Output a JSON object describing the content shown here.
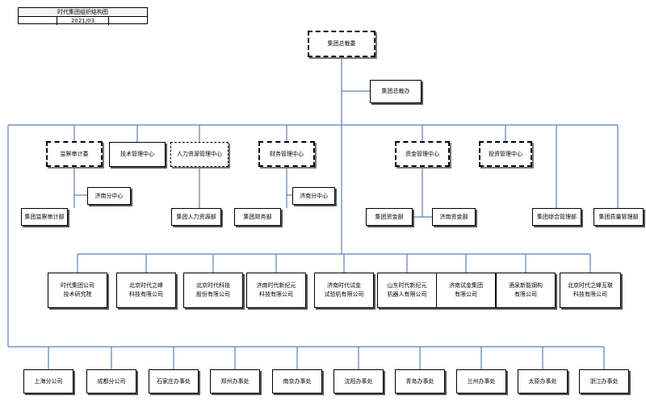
{
  "header": {
    "title": "时代集团组织结构图",
    "date": "2021/03"
  },
  "colors": {
    "connector": "#5b7fb5",
    "border": "#000000",
    "shadow": "#555555"
  },
  "nodes": {
    "board": {
      "line1": "集团总裁委"
    },
    "president_office": {
      "line1": "集团总裁办"
    },
    "audit_committee": {
      "line1": "监察审计委"
    },
    "tech_center": {
      "line1": "技术管理中心"
    },
    "hr_center": {
      "line1": "人力资源管理中心"
    },
    "finance_center": {
      "line1": "财务管理中心"
    },
    "asset_center": {
      "line1": "资金管理中心"
    },
    "invest_center": {
      "line1": "投资管理中心"
    },
    "audit_jinan": {
      "line1": "济南分中心"
    },
    "audit_dept": {
      "line1": "集团监察审计部"
    },
    "hr_dept": {
      "line1": "集团人力资源部"
    },
    "finance_jinan": {
      "line1": "济南分中心"
    },
    "finance_dept": {
      "line1": "集团财务部"
    },
    "asset_dept": {
      "line1": "集团资金部"
    },
    "asset_jinan": {
      "line1": "济南资金部"
    },
    "general_dept": {
      "line1": "集团综合管理部"
    },
    "quality_dept": {
      "line1": "集团质量管理部"
    },
    "sub_tech_institute": {
      "line1": "时代集团公司",
      "line2": "技术研究院"
    },
    "sub_bj_zhifeng": {
      "line1": "北京时代之峰",
      "line2": "科技有限公司"
    },
    "sub_bj_tech": {
      "line1": "北京时代科技",
      "line2": "股份有限公司"
    },
    "sub_jn_xinjiyuan": {
      "line1": "济南时代新纪元",
      "line2": "科技有限公司"
    },
    "sub_jn_shijin": {
      "line1": "济南时代试金",
      "line2": "试验机有限公司"
    },
    "sub_sd_robot": {
      "line1": "山东时代新纪元",
      "line2": "机器人有限公司"
    },
    "sub_jn_shijin_group": {
      "line1": "济南试金集团",
      "line2": "有限公司"
    },
    "sub_jiuquan": {
      "line1": "酒泉新能钢构",
      "line2": "有限公司"
    },
    "sub_bj_hulian": {
      "line1": "北京时代之峰互联",
      "line2": "科技有限公司"
    },
    "office_shanghai": {
      "line1": "上海分公司"
    },
    "office_chengdu": {
      "line1": "成都分公司"
    },
    "office_shijiazhuang": {
      "line1": "石家庄办事处"
    },
    "office_zhengzhou": {
      "line1": "郑州办事处"
    },
    "office_nanjing": {
      "line1": "南京办事处"
    },
    "office_shenyang": {
      "line1": "沈阳办事处"
    },
    "office_qingdao": {
      "line1": "青岛办事处"
    },
    "office_lanzhou": {
      "line1": "兰州办事处"
    },
    "office_taiyuan": {
      "line1": "太原办事处"
    },
    "office_zhejiang": {
      "line1": "浙江办事处"
    }
  }
}
